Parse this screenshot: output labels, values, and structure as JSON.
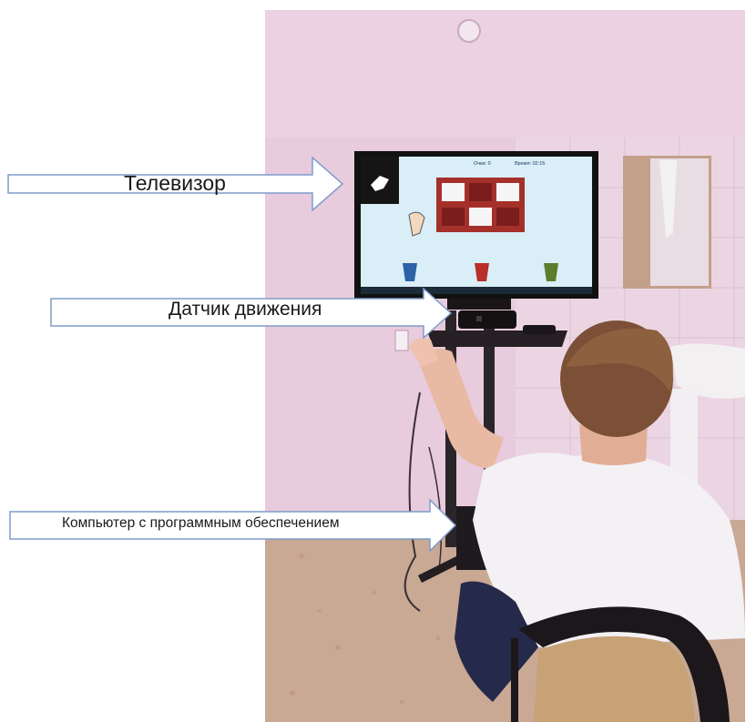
{
  "callouts": {
    "tv": {
      "label": "Телевизор"
    },
    "sensor": {
      "label": "Датчик движения"
    },
    "computer": {
      "label": "Компьютер с программным обеспечением"
    }
  },
  "screen": {
    "score_text": "Очки: 0",
    "time_text": "Время: 02:15"
  },
  "colors": {
    "wall": "#e7c9dc",
    "tile_wall": "#ead3e2",
    "floor": "#c8a693",
    "screen_bg": "#d9eef6",
    "grid_red": "#a8312a",
    "shirt": "#f4f1f4",
    "hair": "#7b5036"
  }
}
